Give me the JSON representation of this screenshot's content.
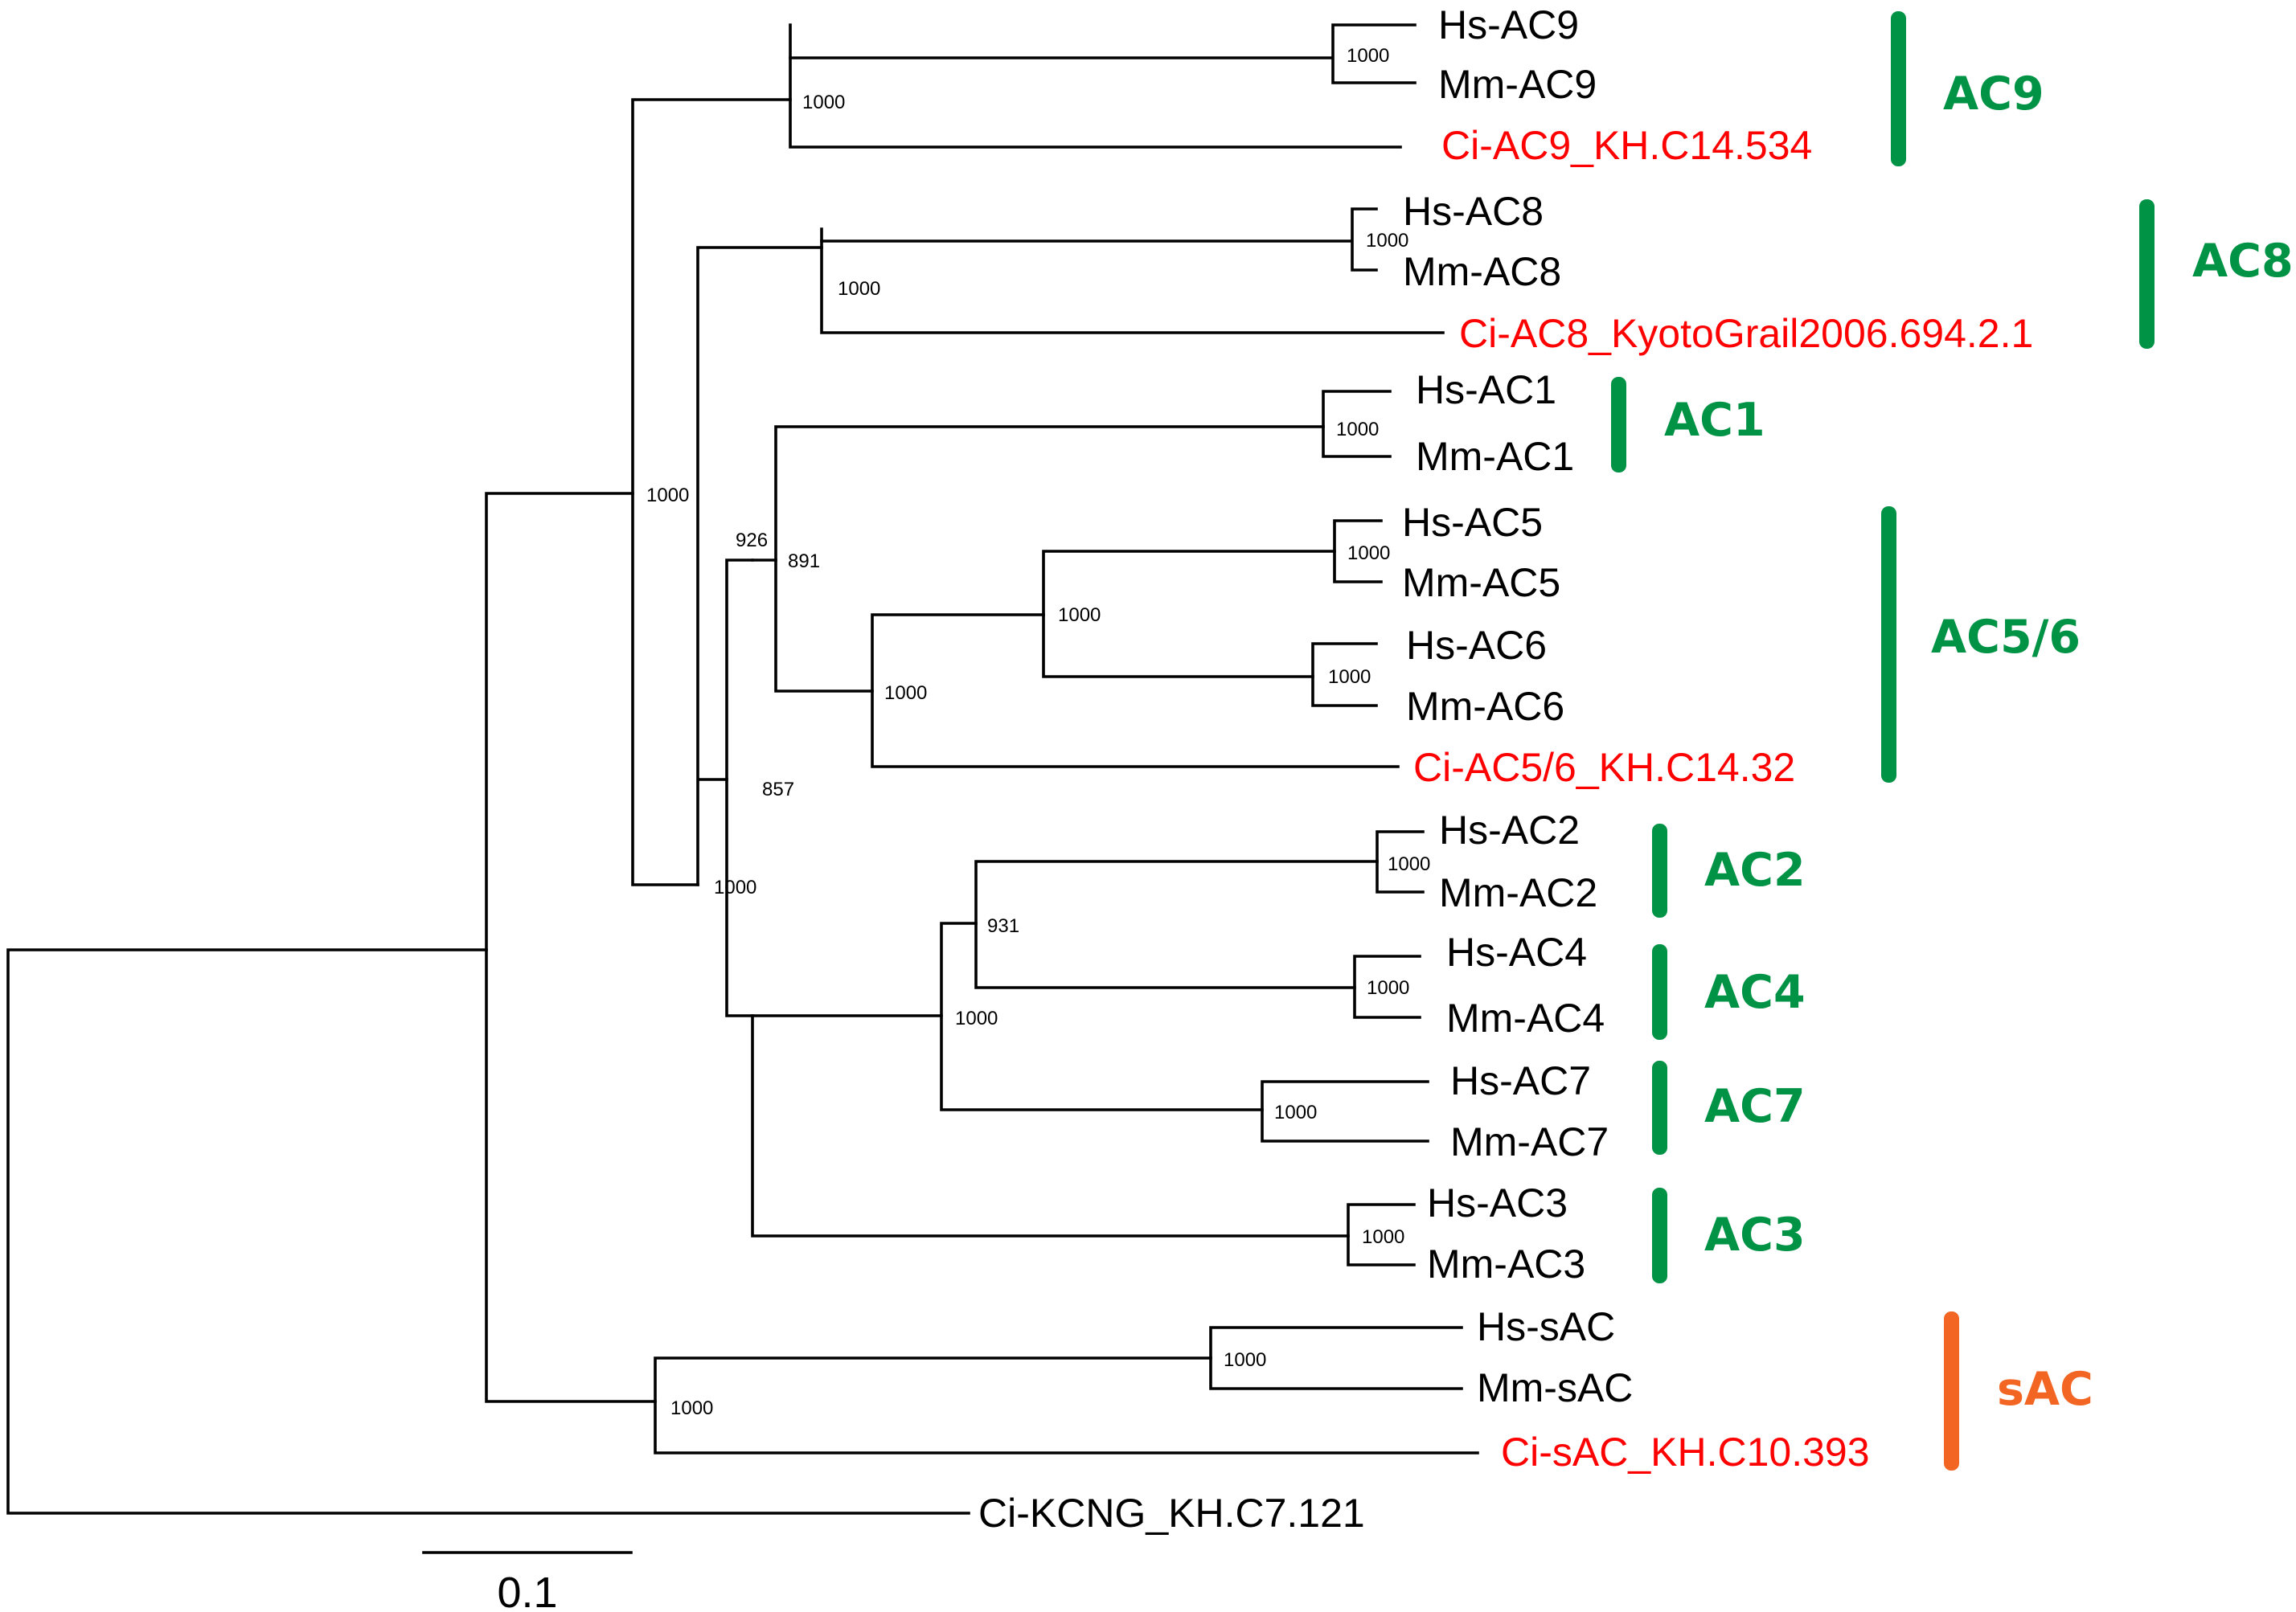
{
  "tree": {
    "taxa": [
      {
        "id": "hs_ac9",
        "label": "Hs-AC9",
        "color": "#000000"
      },
      {
        "id": "mm_ac9",
        "label": "Mm-AC9",
        "color": "#000000"
      },
      {
        "id": "ci_ac9",
        "label": "Ci-AC9_KH.C14.534",
        "color": "#ff0000"
      },
      {
        "id": "hs_ac8",
        "label": "Hs-AC8",
        "color": "#000000"
      },
      {
        "id": "mm_ac8",
        "label": "Mm-AC8",
        "color": "#000000"
      },
      {
        "id": "ci_ac8",
        "label": "Ci-AC8_KyotoGrail2006.694.2.1",
        "color": "#ff0000"
      },
      {
        "id": "hs_ac1",
        "label": "Hs-AC1",
        "color": "#000000"
      },
      {
        "id": "mm_ac1",
        "label": "Mm-AC1",
        "color": "#000000"
      },
      {
        "id": "hs_ac5",
        "label": "Hs-AC5",
        "color": "#000000"
      },
      {
        "id": "mm_ac5",
        "label": "Mm-AC5",
        "color": "#000000"
      },
      {
        "id": "hs_ac6",
        "label": "Hs-AC6",
        "color": "#000000"
      },
      {
        "id": "mm_ac6",
        "label": "Mm-AC6",
        "color": "#000000"
      },
      {
        "id": "ci_ac56",
        "label": "Ci-AC5/6_KH.C14.32",
        "color": "#ff0000"
      },
      {
        "id": "hs_ac2",
        "label": "Hs-AC2",
        "color": "#000000"
      },
      {
        "id": "mm_ac2",
        "label": "Mm-AC2",
        "color": "#000000"
      },
      {
        "id": "hs_ac4",
        "label": "Hs-AC4",
        "color": "#000000"
      },
      {
        "id": "mm_ac4",
        "label": "Mm-AC4",
        "color": "#000000"
      },
      {
        "id": "hs_ac7",
        "label": "Hs-AC7",
        "color": "#000000"
      },
      {
        "id": "mm_ac7",
        "label": "Mm-AC7",
        "color": "#000000"
      },
      {
        "id": "hs_ac3",
        "label": "Hs-AC3",
        "color": "#000000"
      },
      {
        "id": "mm_ac3",
        "label": "Mm-AC3",
        "color": "#000000"
      },
      {
        "id": "hs_sac",
        "label": "Hs-sAC",
        "color": "#000000"
      },
      {
        "id": "mm_sac",
        "label": "Mm-sAC",
        "color": "#000000"
      },
      {
        "id": "ci_sac",
        "label": "Ci-sAC_KH.C10.393",
        "color": "#ff0000"
      },
      {
        "id": "ci_kcng",
        "label": "Ci-KCNG_KH.C7.121",
        "color": "#000000"
      }
    ],
    "bootstrap_values": [
      {
        "id": "n_ac9_pair",
        "value": "1000"
      },
      {
        "id": "n_ac9",
        "value": "1000"
      },
      {
        "id": "n_ac8_pair",
        "value": "1000"
      },
      {
        "id": "n_ac8",
        "value": "1000"
      },
      {
        "id": "n_ac1",
        "value": "1000"
      },
      {
        "id": "n_ac5",
        "value": "1000"
      },
      {
        "id": "n_ac6",
        "value": "1000"
      },
      {
        "id": "n_ac56",
        "value": "1000"
      },
      {
        "id": "n_ac56_ci",
        "value": "1000"
      },
      {
        "id": "n_top",
        "value": "1000"
      },
      {
        "id": "n_926",
        "value": "926"
      },
      {
        "id": "n_891",
        "value": "891"
      },
      {
        "id": "n_857",
        "value": "857"
      },
      {
        "id": "n_mid",
        "value": "1000"
      },
      {
        "id": "n_ac2",
        "value": "1000"
      },
      {
        "id": "n_931",
        "value": "931"
      },
      {
        "id": "n_ac4",
        "value": "1000"
      },
      {
        "id": "n_ac247",
        "value": "1000"
      },
      {
        "id": "n_ac7",
        "value": "1000"
      },
      {
        "id": "n_ac3",
        "value": "1000"
      },
      {
        "id": "n_sac_pair",
        "value": "1000"
      },
      {
        "id": "n_sac",
        "value": "1000"
      }
    ],
    "groups": [
      {
        "id": "ac9",
        "label": "AC9",
        "color": "#009245"
      },
      {
        "id": "ac8",
        "label": "AC8",
        "color": "#009245"
      },
      {
        "id": "ac1",
        "label": "AC1",
        "color": "#009245"
      },
      {
        "id": "ac56",
        "label": "AC5/6",
        "color": "#009245"
      },
      {
        "id": "ac2",
        "label": "AC2",
        "color": "#009245"
      },
      {
        "id": "ac4",
        "label": "AC4",
        "color": "#009245"
      },
      {
        "id": "ac7",
        "label": "AC7",
        "color": "#009245"
      },
      {
        "id": "ac3",
        "label": "AC3",
        "color": "#009245"
      },
      {
        "id": "sac",
        "label": "sAC",
        "color": "#f26522"
      }
    ],
    "scale_bar": {
      "label": "0.1",
      "length": 0.1
    }
  }
}
